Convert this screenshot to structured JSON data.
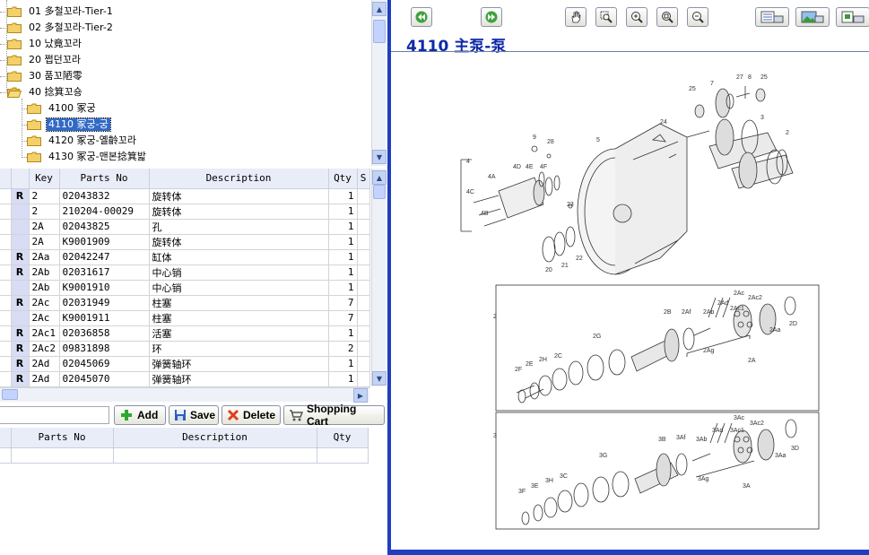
{
  "tree": {
    "items": [
      {
        "label": "01 多철꼬라-Tier-1",
        "level": 1
      },
      {
        "label": "02 多철꼬라-Tier-2",
        "level": 1
      },
      {
        "label": "10 났竟꼬라",
        "level": 1
      },
      {
        "label": "20 쩝던꼬라",
        "level": 1
      },
      {
        "label": "30 품꼬陋零",
        "level": 1
      },
      {
        "label": "40 捻箕꼬숑",
        "level": 1
      },
      {
        "label": "4100 冢궁",
        "level": 2
      },
      {
        "label": "4110 冢궁-궁",
        "level": 2,
        "selected": true
      },
      {
        "label": "4120 冢궁-옐齡꼬라",
        "level": 2
      },
      {
        "label": "4130 冢궁-맨본捻箕밟",
        "level": 2
      }
    ]
  },
  "parts": {
    "columns": [
      "Key",
      "Parts No",
      "Description",
      "Qty",
      "S"
    ],
    "rows": [
      {
        "flag": "R",
        "key": "2",
        "part_no": "02043832",
        "desc": "旋转体",
        "qty": "1"
      },
      {
        "flag": "",
        "key": "2",
        "part_no": "210204-00029",
        "desc": "旋转体",
        "qty": "1"
      },
      {
        "flag": "",
        "key": "2A",
        "part_no": "02043825",
        "desc": "孔",
        "qty": "1"
      },
      {
        "flag": "",
        "key": "2A",
        "part_no": "K9001909",
        "desc": "旋转体",
        "qty": "1"
      },
      {
        "flag": "R",
        "key": "2Aa",
        "part_no": "02042247",
        "desc": "缸体",
        "qty": "1"
      },
      {
        "flag": "R",
        "key": "2Ab",
        "part_no": "02031617",
        "desc": "中心销",
        "qty": "1"
      },
      {
        "flag": "",
        "key": "2Ab",
        "part_no": "K9001910",
        "desc": "中心销",
        "qty": "1"
      },
      {
        "flag": "R",
        "key": "2Ac",
        "part_no": "02031949",
        "desc": "柱塞",
        "qty": "7"
      },
      {
        "flag": "",
        "key": "2Ac",
        "part_no": "K9001911",
        "desc": "柱塞",
        "qty": "7"
      },
      {
        "flag": "R",
        "key": "2Ac1",
        "part_no": "02036858",
        "desc": "活塞",
        "qty": "1"
      },
      {
        "flag": "R",
        "key": "2Ac2",
        "part_no": "09831898",
        "desc": "环",
        "qty": "2"
      },
      {
        "flag": "R",
        "key": "2Ad",
        "part_no": "02045069",
        "desc": "弹簧轴环",
        "qty": "1"
      },
      {
        "flag": "R",
        "key": "2Ad",
        "part_no": "02045070",
        "desc": "弹簧轴环",
        "qty": "1"
      }
    ]
  },
  "buttons": {
    "add": "Add",
    "save": "Save",
    "delete": "Delete",
    "cart": "Shopping Cart"
  },
  "selected": {
    "columns": [
      "Parts No",
      "Description",
      "Qty"
    ]
  },
  "viewer": {
    "title": "4110 主泵-泵",
    "tools": [
      "rewind-icon",
      "fast-forward-icon",
      "hand-pan-icon",
      "zoom-box-icon",
      "zoom-in-icon",
      "zoom-fit-icon",
      "zoom-out-icon",
      "print-list-icon",
      "print-image-icon",
      "print-all-icon"
    ]
  },
  "diagram": {
    "labels": [
      "4",
      "4A",
      "4B",
      "4C",
      "4D",
      "4E",
      "4F",
      "5",
      "9",
      "28",
      "23",
      "24",
      "25",
      "7",
      "27",
      "8",
      "3",
      "2",
      "20",
      "21",
      "22",
      "2B",
      "2Af",
      "2Ab",
      "2Ad",
      "2Ac",
      "2Ac1",
      "2Ac2",
      "2Aa",
      "2D",
      "2C",
      "2G",
      "2H",
      "2E",
      "2F",
      "2Ag",
      "2A",
      "3B",
      "3Af",
      "3Ab",
      "3Ad",
      "3Ac",
      "3Ac1",
      "3Ac2",
      "3Aa",
      "3D",
      "3C",
      "3G",
      "3H",
      "3E",
      "3F",
      "3Ag",
      "3A"
    ]
  }
}
